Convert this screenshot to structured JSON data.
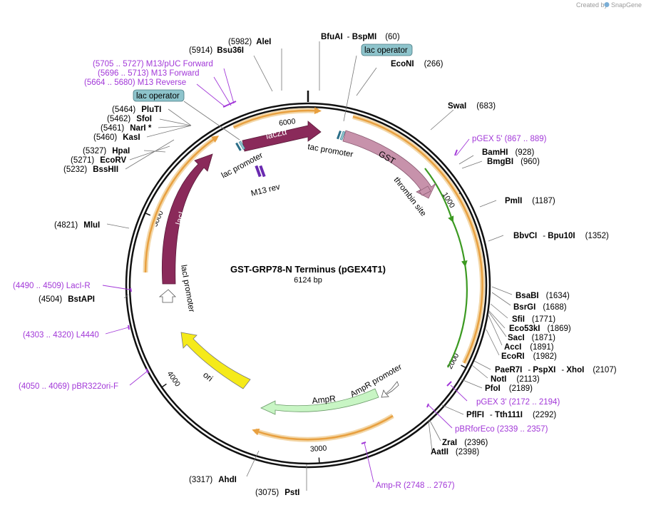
{
  "header": {
    "credit": "Created by",
    "brand": "SnapGene"
  },
  "map": {
    "name": "GST-GRP78-N Terminus (pGEX4T1)",
    "length": "6124 bp"
  },
  "ticks": [
    "1000",
    "2000",
    "3000",
    "4000",
    "5000",
    "6000"
  ],
  "sites": [
    {
      "pos": "(5982)",
      "name": "AleI"
    },
    {
      "pos": "(5914)",
      "name": "Bsu36I"
    },
    {
      "name": "BfuAI",
      "name2": "BspMI",
      "pos": "(60)"
    },
    {
      "name": "EcoNI",
      "pos": "(266)"
    },
    {
      "name": "SwaI",
      "pos": "(683)"
    },
    {
      "name": "BamHI",
      "pos": "(928)"
    },
    {
      "name": "BmgBI",
      "pos": "(960)"
    },
    {
      "name": "PmlI",
      "pos": "(1187)"
    },
    {
      "name": "BbvCI",
      "name2": "Bpu10I",
      "pos": "(1352)"
    },
    {
      "name": "BsaBI",
      "pos": "(1634)"
    },
    {
      "name": "BsrGI",
      "pos": "(1688)"
    },
    {
      "name": "SfiI",
      "pos": "(1771)"
    },
    {
      "name": "Eco53kI",
      "pos": "(1869)"
    },
    {
      "name": "SacI",
      "pos": "(1871)"
    },
    {
      "name": "AccI",
      "pos": "(1891)"
    },
    {
      "name": "EcoRI",
      "pos": "(1982)"
    },
    {
      "name": "PaeR7I",
      "name2": "PspXI",
      "name3": "XhoI",
      "pos": "(2107)"
    },
    {
      "name": "NotI",
      "pos": "(2113)"
    },
    {
      "name": "PfoI",
      "pos": "(2189)"
    },
    {
      "name": "PflFI",
      "name2": "Tth111I",
      "pos": "(2292)"
    },
    {
      "name": "ZraI",
      "pos": "(2396)"
    },
    {
      "name": "AatII",
      "pos": "(2398)"
    },
    {
      "pos": "(3317)",
      "name": "AhdI"
    },
    {
      "pos": "(3075)",
      "name": "PstI"
    },
    {
      "pos": "(4504)",
      "name": "BstAPI"
    },
    {
      "pos": "(4821)",
      "name": "MluI"
    },
    {
      "pos": "(5327)",
      "name": "HpaI"
    },
    {
      "pos": "(5271)",
      "name": "EcoRV"
    },
    {
      "pos": "(5232)",
      "name": "BssHII"
    },
    {
      "pos": "(5464)",
      "name": "PluTI"
    },
    {
      "pos": "(5462)",
      "name": "SfoI"
    },
    {
      "pos": "(5461)",
      "name": "NarI *"
    },
    {
      "pos": "(5460)",
      "name": "KasI"
    }
  ],
  "primers": [
    {
      "text": "(5705 .. 5727)  M13/pUC Forward"
    },
    {
      "text": "(5696 .. 5713)  M13 Forward"
    },
    {
      "text": "(5664 .. 5680)  M13 Reverse"
    },
    {
      "text": "pGEX 5'   (867 .. 889)"
    },
    {
      "text": "pGEX 3'   (2172 .. 2194)"
    },
    {
      "text": "pBRforEco    (2339 .. 2357)"
    },
    {
      "text": "Amp-R    (2748 .. 2767)"
    },
    {
      "text": "(4490 .. 4509)  LacI-R"
    },
    {
      "text": "(4303 .. 4320)  L4440"
    },
    {
      "text": "(4050 .. 4069)  pBR322ori-F"
    }
  ],
  "features": {
    "lacZa": "lacZα",
    "gst": "GST",
    "lacI": "lacI",
    "ori": "ori",
    "ampR": "AmpR",
    "thrombin": "thrombin site",
    "tac_promoter": "tac promoter",
    "lac_promoter": "lac promoter",
    "laci_promoter": "lacI promoter",
    "ampr_promoter": "AmpR promoter",
    "m13rev": "M13 rev",
    "lac_operator_1": "lac operator",
    "lac_operator_2": "lac operator"
  },
  "colors": {
    "backbone": "#111111",
    "lacZa": "#8a2a5a",
    "lacI": "#8a2a5a",
    "gst": "#c792ab",
    "ori": "#f5ea1a",
    "ampR": "#c8f5c4",
    "orf": "#e8a040",
    "orf_green": "#3c9a22",
    "primer": "#a238d8",
    "operator_box": "#8ec4cc"
  }
}
